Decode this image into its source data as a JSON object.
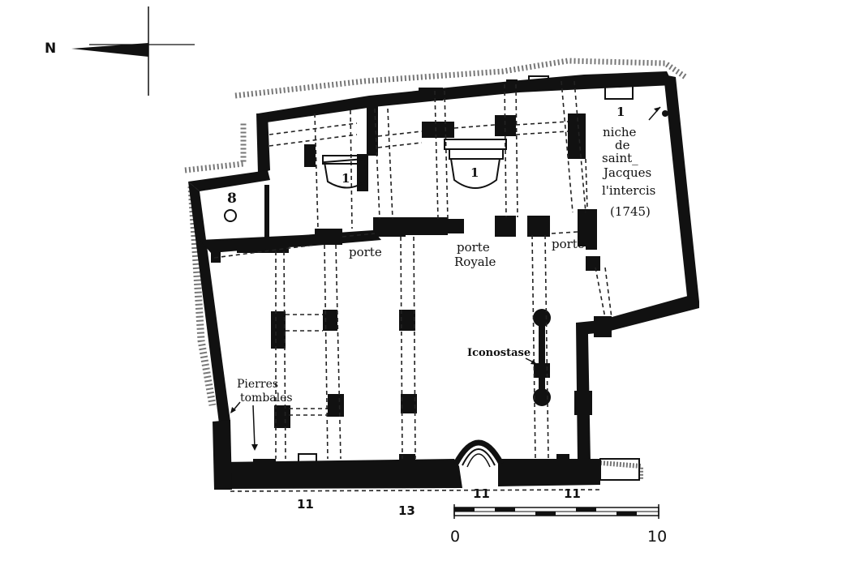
{
  "north": "N",
  "labels": {
    "room_8": "8",
    "chapel_1_left": "1",
    "chapel_1_center": "1",
    "chapel_1_right": "1",
    "niche": [
      "niche",
      "de",
      "saint_",
      "Jacques",
      "l'intercis",
      "(1745)"
    ],
    "porte_left": "porte",
    "porte_royale": [
      "porte",
      "Royale"
    ],
    "porte_right": "porte",
    "iconostase": "Iconostase",
    "pierres": [
      "Pierres",
      "tombales"
    ],
    "bottom_11_a": "11",
    "bottom_13": "13",
    "bottom_11_b": "11",
    "bottom_11_c": "11"
  },
  "scale": {
    "start": "0",
    "end": "10"
  }
}
